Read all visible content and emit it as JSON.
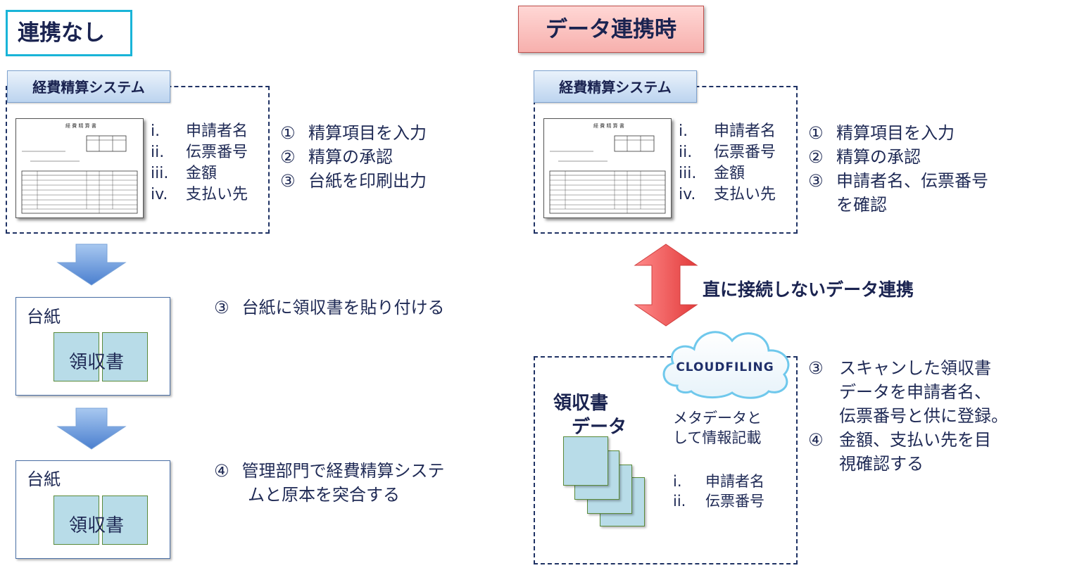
{
  "left": {
    "title": "連携なし",
    "system_label": "経費精算システム",
    "fields": [
      {
        "num": "i.",
        "label": "申請者名"
      },
      {
        "num": "ii.",
        "label": "伝票番号"
      },
      {
        "num": "iii.",
        "label": "金額"
      },
      {
        "num": "iv.",
        "label": "支払い先"
      }
    ],
    "steps": [
      {
        "num": "①",
        "label": "精算項目を入力"
      },
      {
        "num": "②",
        "label": "精算の承認"
      },
      {
        "num": "③",
        "label": "台紙を印刷出力"
      }
    ],
    "daishi_label": "台紙",
    "receipt_label": "領収書",
    "step3_num": "③",
    "step3_text": "台紙に領収書を貼り付ける",
    "step4_num": "④",
    "step4_line1": "管理部門で経費精算システ",
    "step4_line2": "ムと原本を突合する"
  },
  "right": {
    "title": "データ連携時",
    "system_label": "経費精算システム",
    "fields": [
      {
        "num": "i.",
        "label": "申請者名"
      },
      {
        "num": "ii.",
        "label": "伝票番号"
      },
      {
        "num": "iii.",
        "label": "金額"
      },
      {
        "num": "iv.",
        "label": "支払い先"
      }
    ],
    "steps": [
      {
        "num": "①",
        "label": "精算項目を入力"
      },
      {
        "num": "②",
        "label": "精算の承認"
      },
      {
        "num": "③",
        "label": "申請者名、伝票番号"
      }
    ],
    "step3_cont": "を確認",
    "connection_label": "直に接続しないデータ連携",
    "cloud_label": "CLOUDFILING",
    "receipt_data_line1": "領収書",
    "receipt_data_line2": "データ",
    "meta_line1": "メタデータと",
    "meta_line2": "して情報記載",
    "meta_fields": [
      {
        "num": "i.",
        "label": "申請者名"
      },
      {
        "num": "ii.",
        "label": "伝票番号"
      }
    ],
    "cloud_steps": [
      {
        "num": "③",
        "lines": [
          "スキャンした領収書",
          "データを申請者名、",
          "伝票番号と供に登録。"
        ]
      },
      {
        "num": "④",
        "lines": [
          "金額、支払い先を目",
          "視確認する"
        ]
      }
    ]
  },
  "colors": {
    "navy": "#1f2a55",
    "cyan_border": "#19b4d8",
    "pink_fill": "#f7b0ad",
    "arrow_blue": "#5b8fd6",
    "arrow_red": "#f05a5a",
    "receipt_fill": "#b8dce8"
  }
}
